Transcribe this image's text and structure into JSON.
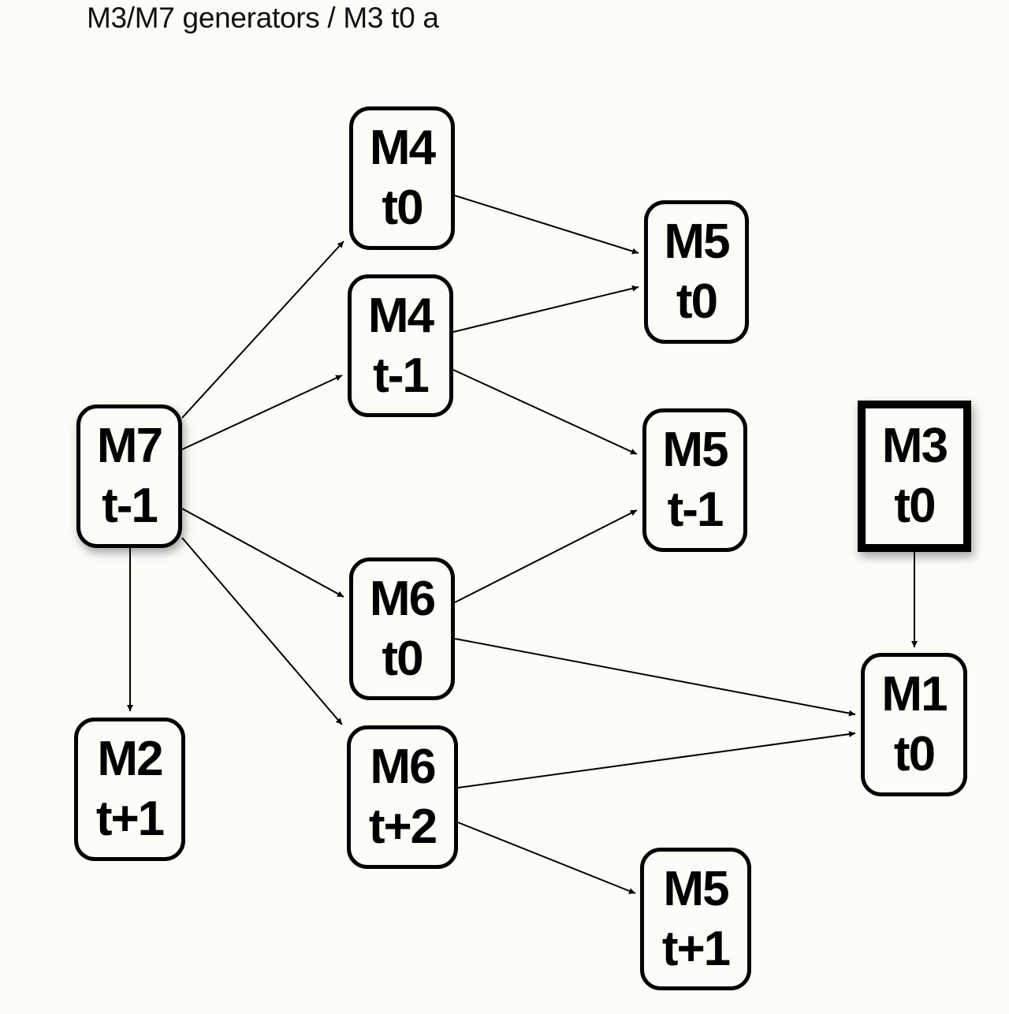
{
  "title": "M3/M7 generators / M3 t0 a",
  "colors": {
    "background": "#fdfcf7",
    "stroke": "#000000"
  },
  "nodes": {
    "m4_t0": {
      "module": "M4",
      "time": "t0"
    },
    "m4_tm1": {
      "module": "M4",
      "time": "t-1"
    },
    "m5_t0": {
      "module": "M5",
      "time": "t0"
    },
    "m5_tm1": {
      "module": "M5",
      "time": "t-1"
    },
    "m7_tm1": {
      "module": "M7",
      "time": "t-1"
    },
    "m3_t0": {
      "module": "M3",
      "time": "t0"
    },
    "m6_t0": {
      "module": "M6",
      "time": "t0"
    },
    "m6_tp2": {
      "module": "M6",
      "time": "t+2"
    },
    "m1_t0": {
      "module": "M1",
      "time": "t0"
    },
    "m2_tp1": {
      "module": "M2",
      "time": "t+1"
    },
    "m5_tp1": {
      "module": "M5",
      "time": "t+1"
    }
  },
  "edges": [
    {
      "from": "m7_tm1",
      "to": "m4_t0"
    },
    {
      "from": "m7_tm1",
      "to": "m4_tm1"
    },
    {
      "from": "m7_tm1",
      "to": "m6_t0"
    },
    {
      "from": "m7_tm1",
      "to": "m6_tp2"
    },
    {
      "from": "m7_tm1",
      "to": "m2_tp1"
    },
    {
      "from": "m4_t0",
      "to": "m5_t0"
    },
    {
      "from": "m4_tm1",
      "to": "m5_t0"
    },
    {
      "from": "m4_tm1",
      "to": "m5_tm1"
    },
    {
      "from": "m6_t0",
      "to": "m5_tm1"
    },
    {
      "from": "m6_t0",
      "to": "m1_t0"
    },
    {
      "from": "m6_tp2",
      "to": "m1_t0"
    },
    {
      "from": "m6_tp2",
      "to": "m5_tp1"
    },
    {
      "from": "m3_t0",
      "to": "m1_t0"
    }
  ],
  "highlighted_node": "m3_t0"
}
